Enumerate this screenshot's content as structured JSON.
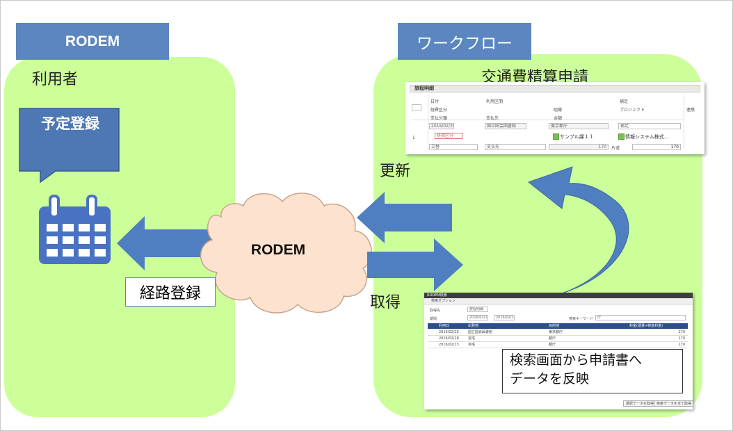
{
  "headers": {
    "left": "RODEM",
    "right": "ワークフロー"
  },
  "labels": {
    "user": "利用者",
    "schedule_register": "予定登録",
    "route_register": "経路登録",
    "cloud": "RODEM",
    "app_title": "交通費精算申請",
    "update": "更新",
    "get": "取得",
    "note": "検索画面から申請書へ\nデータを反映"
  },
  "icons": {
    "calendar": "calendar-icon",
    "cloud": "cloud-shape",
    "arrow_left": "arrow-left-icon",
    "arrow_right": "arrow-right-icon",
    "curved_arrow": "curved-arrow-icon"
  },
  "colors": {
    "panel": "#ccff99",
    "header": "#5b86c0",
    "arrow": "#4f7fc0",
    "calendar": "#4a72c2",
    "cloud": "#fde3cf"
  },
  "form_screenshot": {
    "section": "旅程明細",
    "col_date": "日付",
    "col_route": "利用区間",
    "col_note": "補足",
    "col_expense": "経費区分",
    "col_org": "組織",
    "col_project": "プロジェクト",
    "col_pay_type": "支払分類",
    "col_payee": "支払先",
    "col_amount": "金額",
    "col_link": "連携",
    "date_value": "2016/02/25",
    "from_value": "国立国会図書館",
    "to_value": "東京都庁",
    "note_placeholder": "補足",
    "expense_placeholder": "経費区分",
    "org_value": "サンプル課１１",
    "project_value": "情報システム株式...",
    "row_no": "1",
    "pay_type_value": "立替",
    "payee_placeholder": "支払先",
    "fare": "170",
    "trip": "片道",
    "amount": "170"
  },
  "search_screenshot": {
    "title": "RODEM検索",
    "options": "検索オプション",
    "source_label": "取得先",
    "source_value": "旅程明細",
    "period_label": "期間",
    "date_from": "2016/02/13",
    "date_to": "2016/02/25",
    "keyword_label": "検索キーワード",
    "keyword_value": "庁",
    "head_date": "利用日",
    "head_from": "出発地",
    "head_to": "目的地",
    "head_fare": "料金(運賃+特急料金)",
    "rows": [
      {
        "date": "2016/02/25",
        "from": "国立国会図書館",
        "to": "東京都庁",
        "fare": "170"
      },
      {
        "date": "2016/02/18",
        "from": "自宅",
        "to": "都庁",
        "fare": "170"
      },
      {
        "date": "2016/02/13",
        "from": "自宅",
        "to": "都庁",
        "fare": "170"
      }
    ],
    "btn_selected": "選択データを取得",
    "btn_all": "検索データを全て取得"
  }
}
